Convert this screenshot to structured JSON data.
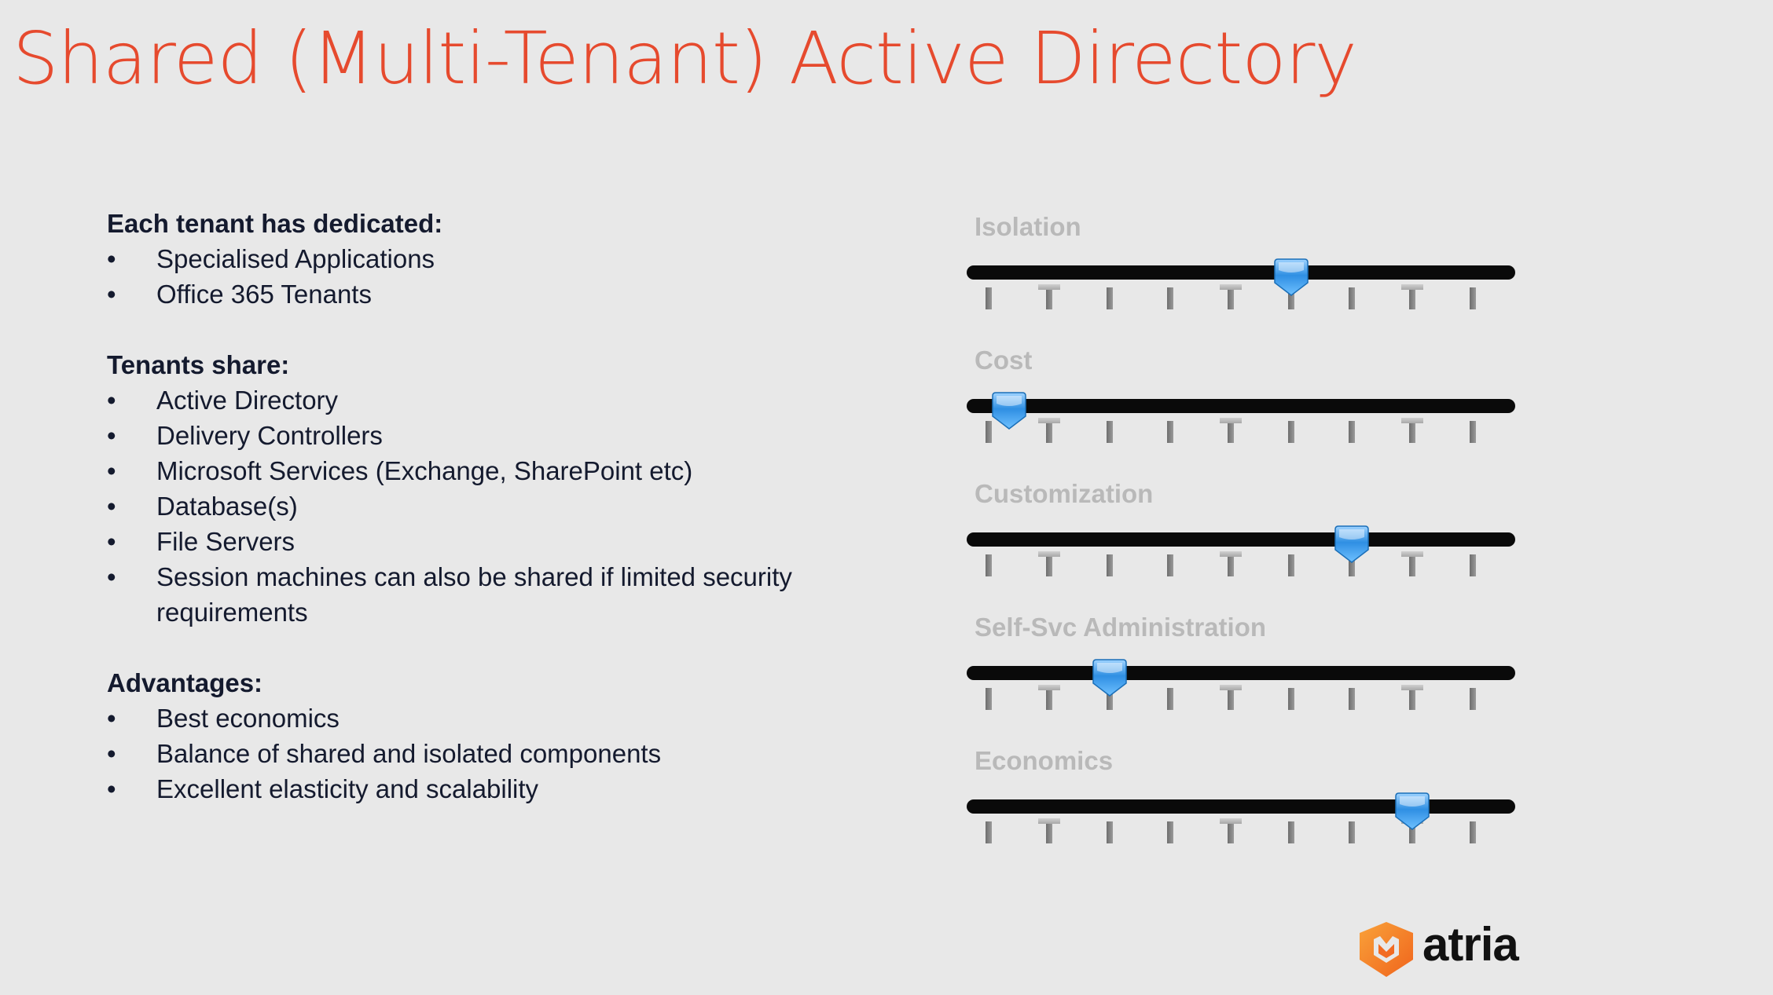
{
  "slide": {
    "title": "Shared (Multi-Tenant) Active Directory"
  },
  "sections": [
    {
      "heading": "Each tenant has dedicated:",
      "items": [
        "Specialised Applications",
        "Office 365 Tenants"
      ]
    },
    {
      "heading": "Tenants share:",
      "items": [
        "Active Directory",
        "Delivery Controllers",
        "Microsoft Services (Exchange, SharePoint etc)",
        "Database(s)",
        "File Servers",
        "Session machines can also be shared if limited security requirements"
      ]
    },
    {
      "heading": "Advantages:",
      "items": [
        "Best economics",
        "Balance of shared and isolated components",
        "Excellent elasticity and scalability"
      ]
    }
  ],
  "sliders": [
    {
      "label": "Isolation",
      "level": 0.625
    },
    {
      "label": "Cost",
      "level": 0.042
    },
    {
      "label": "Customization",
      "level": 0.75
    },
    {
      "label": "Self-Svc Administration",
      "level": 0.25
    },
    {
      "label": "Economics",
      "level": 0.875
    }
  ],
  "slider_ticks": 9,
  "logo": {
    "text": "atria",
    "icon": "atria-shield-icon"
  },
  "colors": {
    "title": "#e64a2e",
    "text": "#141a2e",
    "label": "#b9b9b9",
    "track": "#0a0a0a",
    "thumb": "#3a9be8",
    "logo_orange": "#f47a20",
    "background": "#e8e8e8"
  }
}
